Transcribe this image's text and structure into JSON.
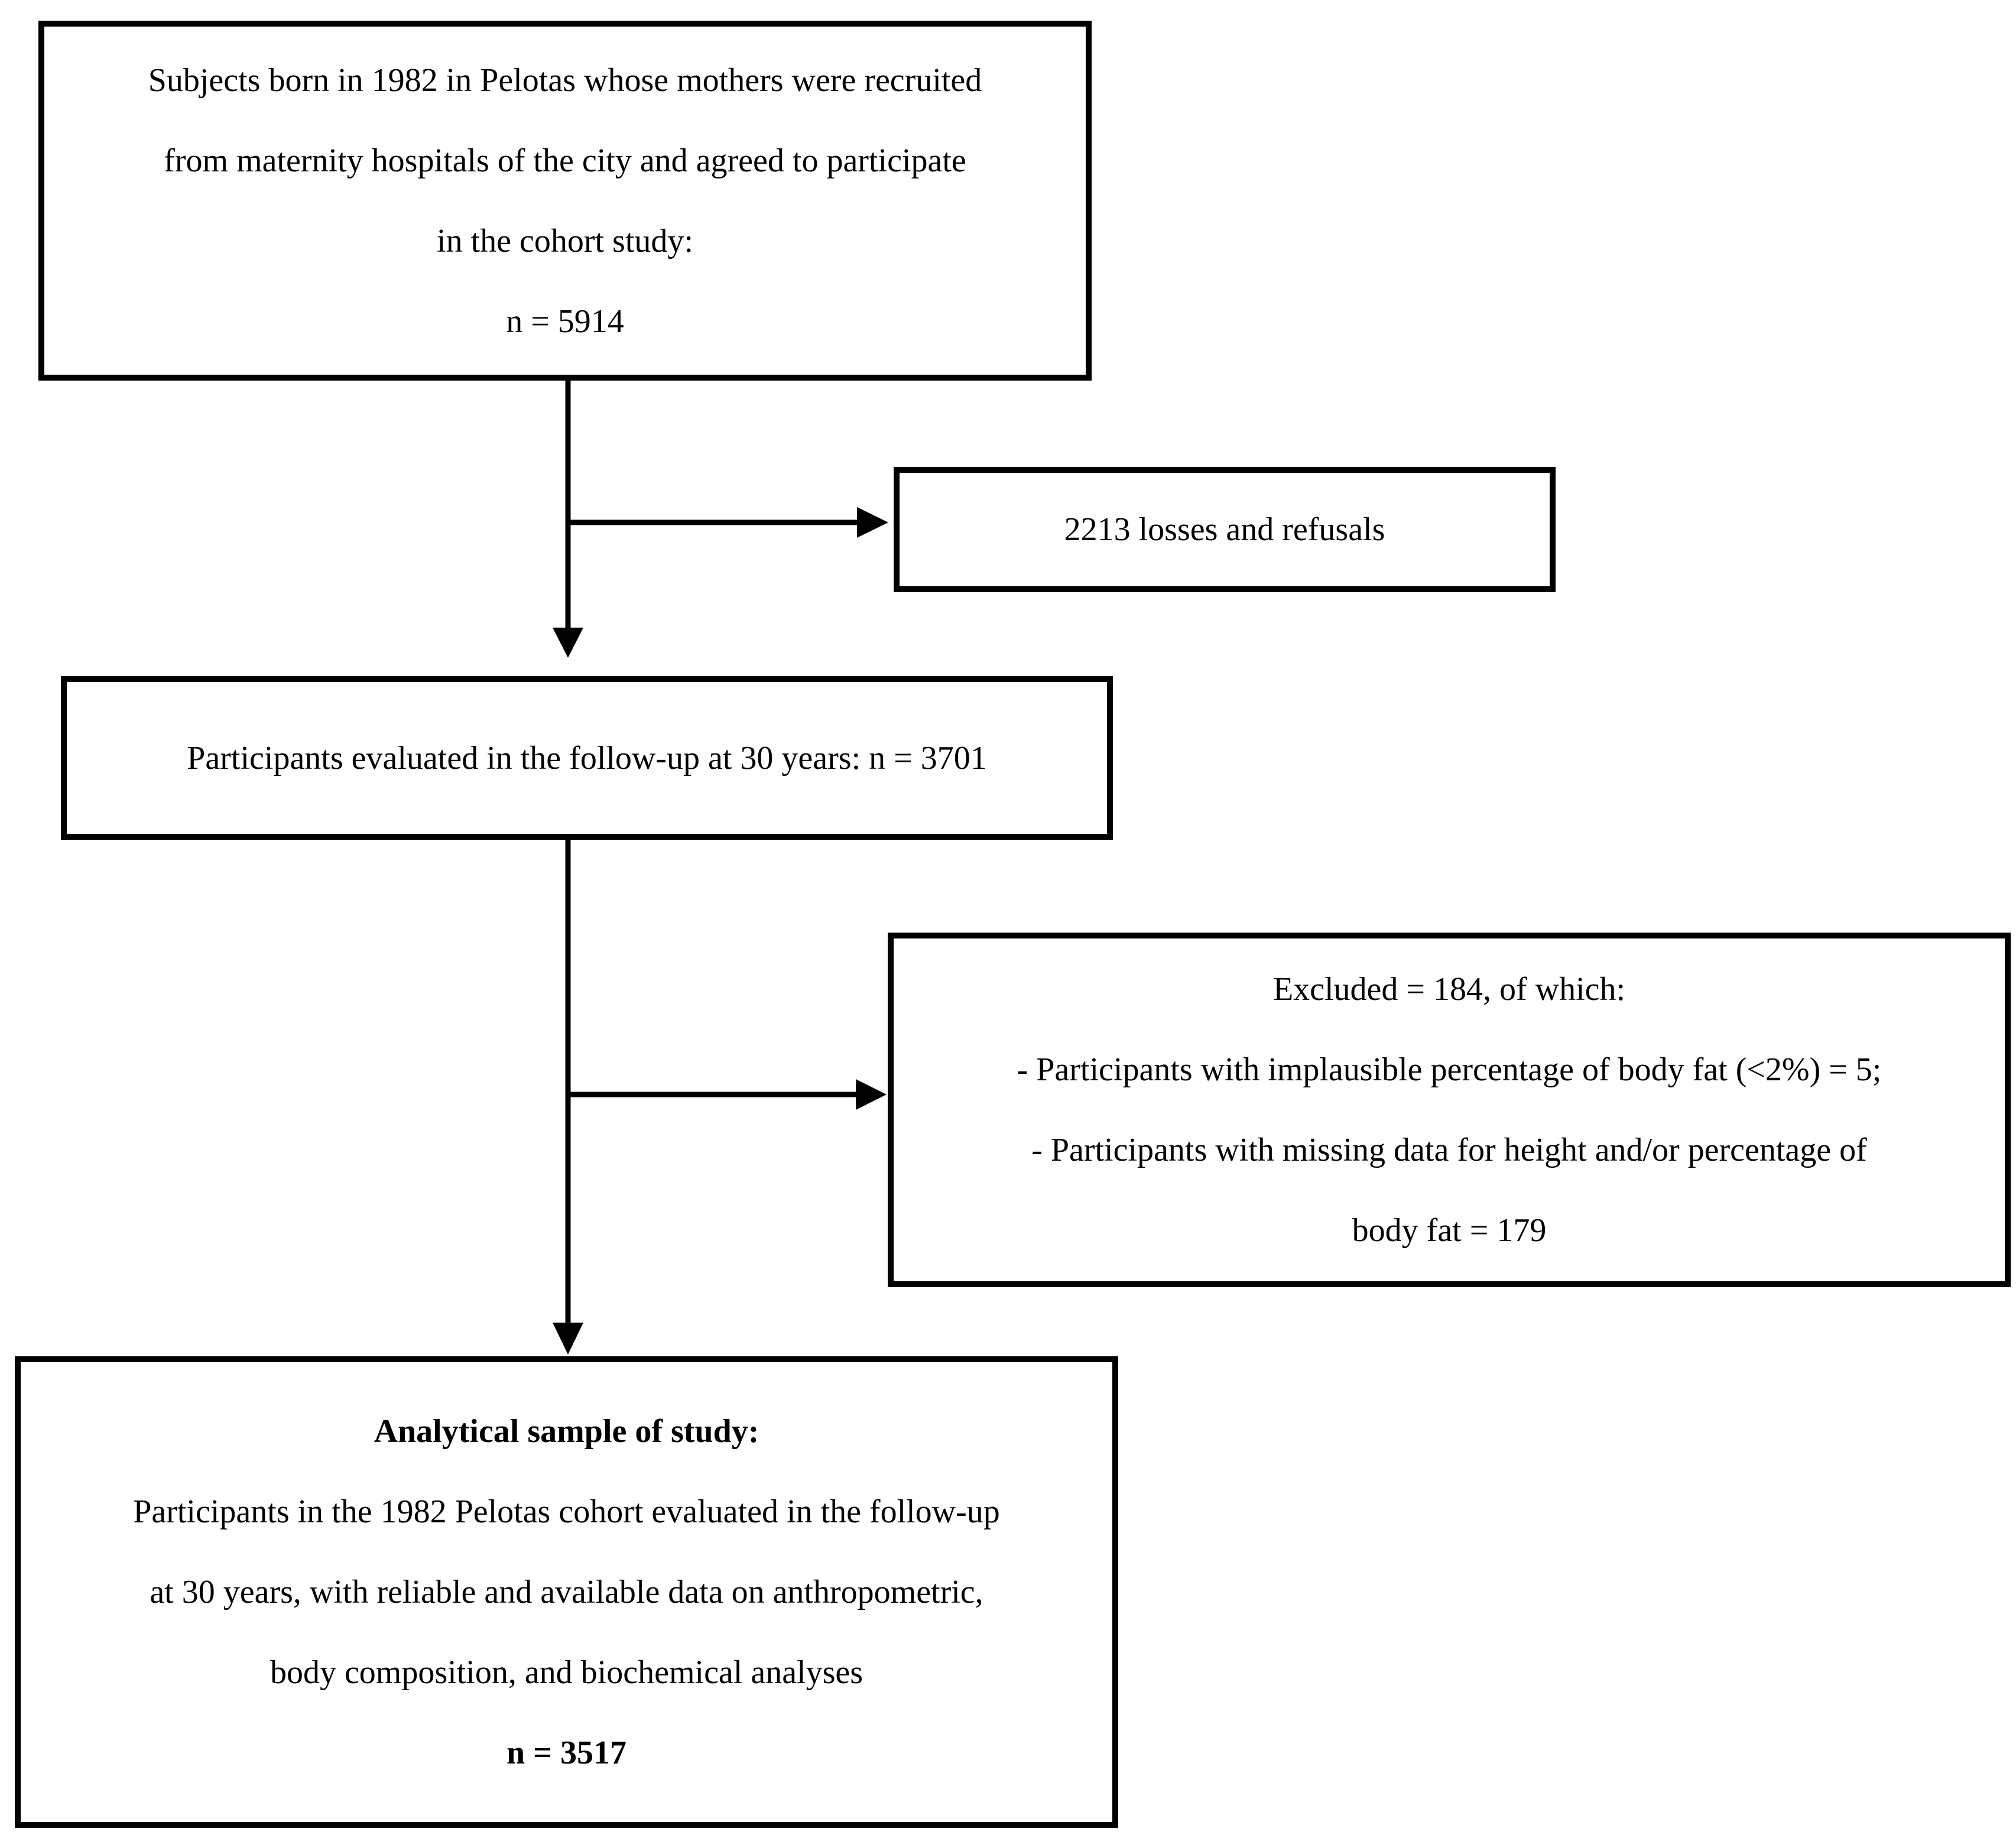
{
  "boxes": {
    "enrolled": {
      "lines": [
        "Subjects born in 1982 in Pelotas whose mothers were recruited",
        "from maternity hospitals of the city and agreed to participate",
        "in the cohort study:",
        "n = 5914"
      ]
    },
    "losses": {
      "text": "2213 losses and refusals"
    },
    "evaluated": {
      "text": "Participants evaluated in the follow-up at 30 years: n = 3701"
    },
    "excluded": {
      "lines": [
        "Excluded = 184, of which:",
        "- Participants with implausible percentage of body fat (<2%) = 5;",
        "- Participants with missing data for height and/or percentage of",
        "body fat = 179"
      ]
    },
    "analytical": {
      "heading": "Analytical sample of study:",
      "lines": [
        "Participants in the 1982 Pelotas cohort evaluated in the follow-up",
        "at 30 years, with reliable and available data on anthropometric,",
        "body composition, and biochemical analyses"
      ],
      "count": "n = 3517"
    }
  }
}
